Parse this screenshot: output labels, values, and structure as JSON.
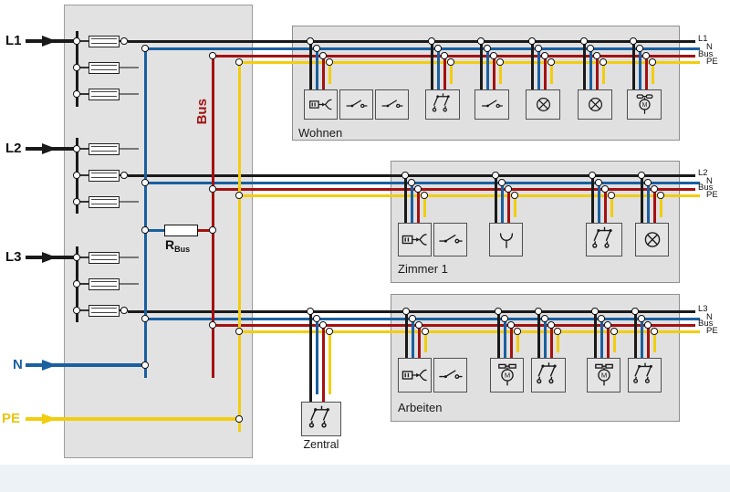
{
  "labels": {
    "inputs": {
      "l1": "L1",
      "l2": "L2",
      "l3": "L3",
      "n": "N",
      "pe": "PE"
    },
    "bus": "Bus",
    "r_bus": {
      "main": "R",
      "sub": "Bus"
    }
  },
  "groups": [
    {
      "name": "Wohnen",
      "line_labels": [
        "L1",
        "N",
        "Bus",
        "PE"
      ],
      "devices": [
        "bus-coupler-icon",
        "switch-icon",
        "switch-icon",
        "two-gang-switch-icon",
        "switch-icon",
        "lamp-icon",
        "lamp-icon",
        "fan-motor-icon"
      ]
    },
    {
      "name": "Zimmer 1",
      "line_labels": [
        "L2",
        "N",
        "Bus",
        "PE"
      ],
      "devices": [
        "bus-coupler-icon",
        "switch-icon",
        "socket-icon",
        "two-gang-switch-icon",
        "lamp-icon"
      ]
    },
    {
      "name": "Arbeiten",
      "line_labels": [
        "L3",
        "N",
        "Bus",
        "PE"
      ],
      "devices": [
        "bus-coupler-icon",
        "switch-icon",
        "blind-motor-icon",
        "two-gang-switch-icon",
        "blind-motor-icon",
        "two-gang-switch-icon"
      ]
    }
  ],
  "central": {
    "label": "Zentral",
    "device": "two-gang-switch-icon"
  },
  "icons": {
    "motor_letter": "M"
  },
  "colors": {
    "phase": "#1a1a1a",
    "neutral": "#1a5fa0",
    "bus": "#a31111",
    "pe": "#f2cd0f",
    "panel_fill": "#e2e2e2",
    "panel_border": "#9b9b9b",
    "group_fill": "#e0e0e0",
    "group_border": "#8f8f8f",
    "box_fill": "#e4e4e4",
    "box_border": "#4f4f4f",
    "footer_strip": "#edf2f7"
  }
}
